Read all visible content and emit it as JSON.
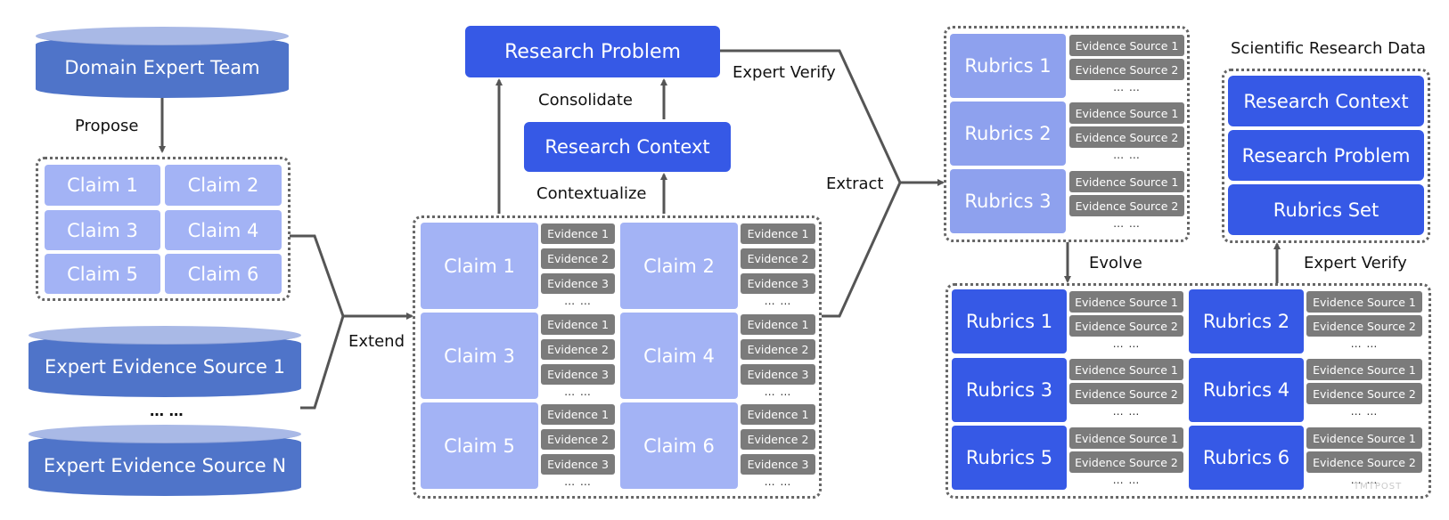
{
  "sources": {
    "domain_team": "Domain Expert Team",
    "evidence_1": "Expert Evidence Source 1",
    "evidence_n": "Expert Evidence Source N",
    "ellipsis": "… …"
  },
  "labels": {
    "propose": "Propose",
    "extend": "Extend",
    "contextualize": "Contextualize",
    "consolidate": "Consolidate",
    "expert_verify_1": "Expert Verify",
    "extract": "Extract",
    "evolve": "Evolve",
    "expert_verify_2": "Expert Verify",
    "scientific_research_data": "Scientific Research Data"
  },
  "proposed_claims": [
    "Claim 1",
    "Claim 2",
    "Claim 3",
    "Claim 4",
    "Claim 5",
    "Claim 6"
  ],
  "research_problem": "Research Problem",
  "research_context": "Research Context",
  "claims_with_evidence": {
    "claims": [
      "Claim 1",
      "Claim 2",
      "Claim 3",
      "Claim 4",
      "Claim 5",
      "Claim 6"
    ],
    "evidence": [
      "Evidence 1",
      "Evidence 2",
      "Evidence 3"
    ],
    "more": "… …"
  },
  "rubrics_initial": {
    "items": [
      "Rubrics 1",
      "Rubrics 2",
      "Rubrics 3"
    ],
    "sources": [
      "Evidence Source 1",
      "Evidence Source 2"
    ],
    "more": "… …"
  },
  "rubrics_evolved": {
    "items": [
      "Rubrics 1",
      "Rubrics 2",
      "Rubrics 3",
      "Rubrics 4",
      "Rubrics 5",
      "Rubrics 6"
    ],
    "sources": [
      "Evidence Source 1",
      "Evidence Source 2"
    ],
    "more": "… …"
  },
  "output": {
    "items": [
      "Research Context",
      "Research Problem",
      "Rubrics Set"
    ]
  },
  "watermark": "TMTPOST",
  "colors": {
    "cylinder": "#4f74c9",
    "light_claim": "#a3b3f5",
    "primary_blue": "#3659e6",
    "mid_rubric": "#8ea1ee",
    "evidence_gray": "#7b7b7b",
    "connector": "#555555"
  }
}
